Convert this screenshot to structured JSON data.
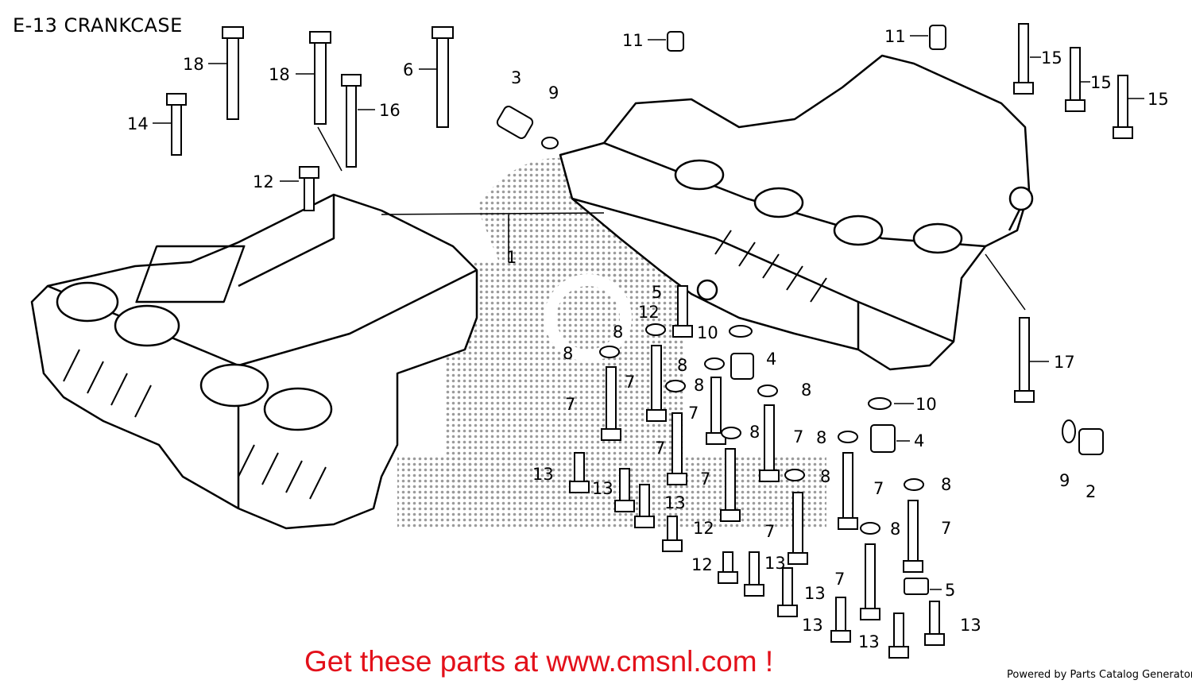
{
  "page_title": "E-13 CRANKCASE",
  "cta_text": "Get these parts at www.cmsnl.com !",
  "powered_by": "Powered by Parts Catalog Generator",
  "colors": {
    "cta": "#e3101a",
    "line": "#000000",
    "watermark": "#8a8a8a"
  },
  "callouts": [
    "18",
    "18",
    "6",
    "3",
    "9",
    "11",
    "11",
    "15",
    "15",
    "15",
    "14",
    "16",
    "12",
    "1",
    "5",
    "12",
    "8",
    "10",
    "8",
    "4",
    "8",
    "7",
    "8",
    "7",
    "8",
    "7",
    "7",
    "8",
    "7",
    "10",
    "8",
    "4",
    "13",
    "13",
    "7",
    "8",
    "8",
    "13",
    "7",
    "7",
    "8",
    "9",
    "2",
    "12",
    "7",
    "12",
    "13",
    "7",
    "13",
    "5",
    "13",
    "13",
    "13",
    "17"
  ]
}
